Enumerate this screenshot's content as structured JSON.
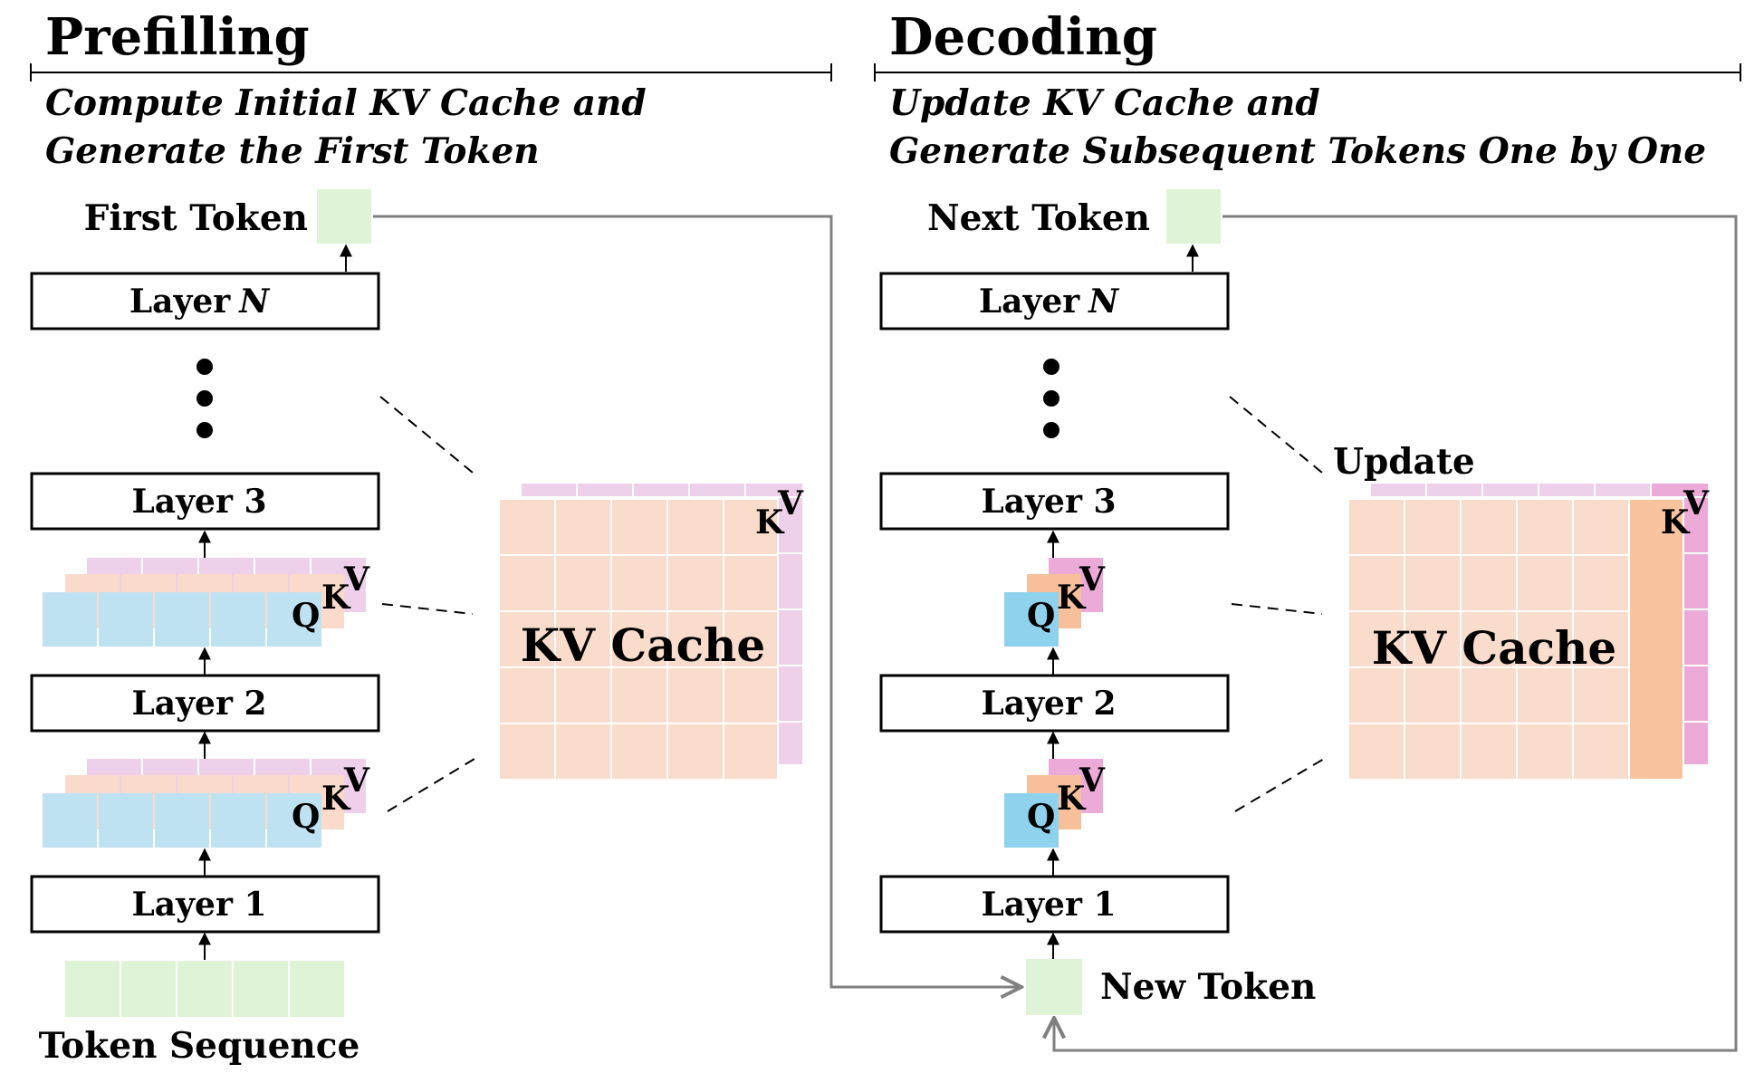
{
  "prefill": {
    "title": "Prefilling",
    "subtitle_line1": "Compute Initial KV Cache and",
    "subtitle_line2": "Generate the First Token",
    "output_label": "First Token",
    "input_label": "Token Sequence",
    "layer_n_prefix": "Layer",
    "layer_n_var": "N",
    "layer_3": "Layer 3",
    "layer_2": "Layer 2",
    "layer_1": "Layer 1",
    "cache_label": "KV Cache"
  },
  "decode": {
    "title": "Decoding",
    "subtitle_line1": "Update KV Cache and",
    "subtitle_line2": "Generate Subsequent Tokens One by One",
    "output_label": "Next Token",
    "input_label": "New Token",
    "update_label": "Update",
    "layer_n_prefix": "Layer",
    "layer_n_var": "N",
    "layer_3": "Layer 3",
    "layer_2": "Layer 2",
    "layer_1": "Layer 1",
    "cache_label": "KV Cache"
  },
  "letters": {
    "q": "Q",
    "k": "K",
    "v": "V"
  },
  "colors": {
    "token_green": "#dff3d6",
    "query_blue": "#bfe2f3",
    "query_blue_strong": "#8fd2ee",
    "key_peach": "#fadbcb",
    "key_peach_strong": "#f7c09a",
    "value_pink": "#efd0ea",
    "value_pink_strong": "#ecaad8",
    "cache_fill": "#f9dccb",
    "cache_new_column": "#f9c39d",
    "arrow_gray": "#808080"
  }
}
